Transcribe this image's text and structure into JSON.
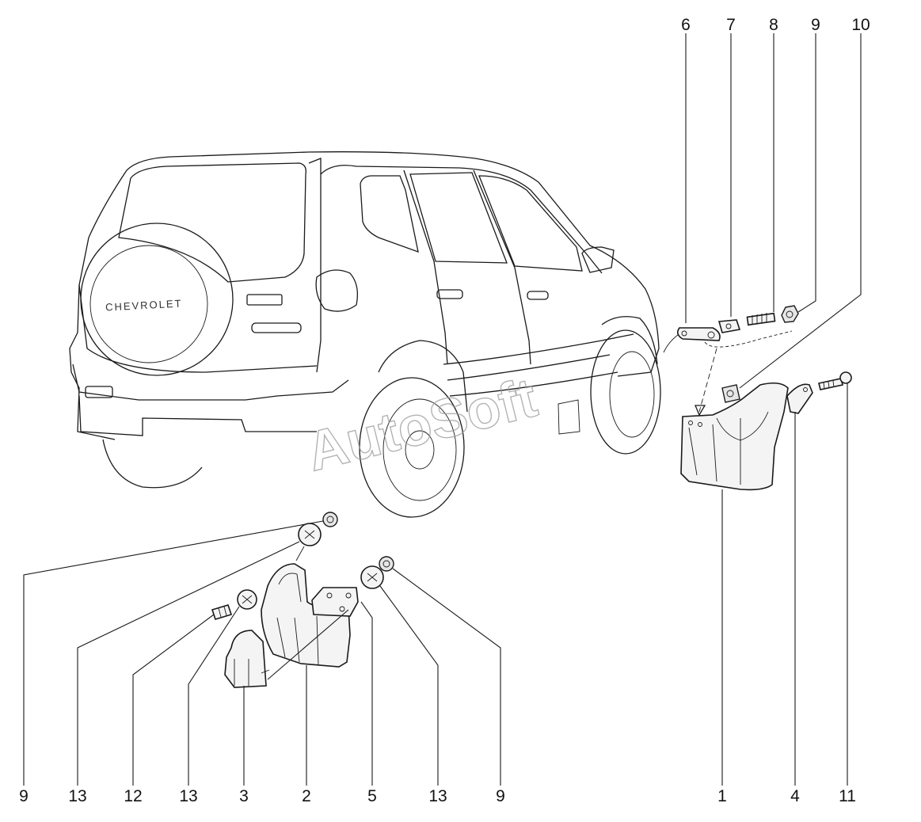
{
  "diagram": {
    "callouts_top": [
      "6",
      "7",
      "8",
      "9",
      "10"
    ],
    "callouts_bottom": [
      "9",
      "13",
      "12",
      "13",
      "3",
      "2",
      "5",
      "13",
      "9",
      "1",
      "4",
      "11"
    ],
    "vehicle_badge": "CHEVROLET",
    "watermark": "AutoSoft"
  }
}
